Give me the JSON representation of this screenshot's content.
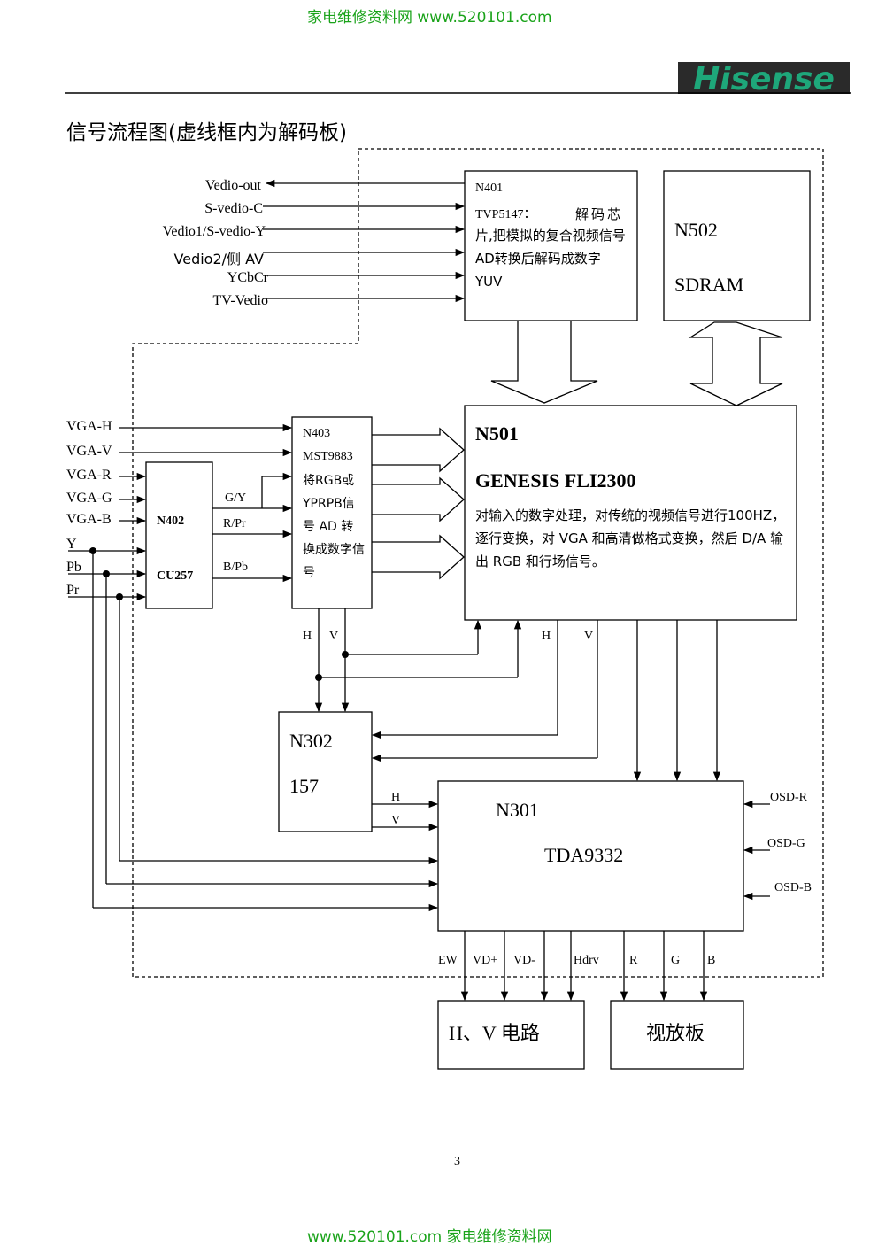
{
  "header": {
    "site_text": "家电维修资料网    www.520101.com",
    "brand": "Hisense"
  },
  "title": "信号流程图(虚线框内为解码板)",
  "inputs_left_top": [
    "Vedio-out",
    "S-vedio-C",
    "Vedio1/S-vedio-Y",
    "Vedio2/侧 AV",
    "YCbCr",
    "TV-Vedio"
  ],
  "inputs_vga": [
    "VGA-H",
    "VGA-V",
    "VGA-R",
    "VGA-G",
    "VGA-B",
    "Y",
    "Pb",
    "Pr"
  ],
  "n401": {
    "name": "N401",
    "part": "TVP5147：",
    "desc_head": "解码芯",
    "desc": "片,把模拟的复合视频信号AD转换后解码成数字 YUV"
  },
  "n502": {
    "name": "N502",
    "desc": "SDRAM"
  },
  "n501": {
    "name": "N501",
    "part": "GENESIS FLI2300",
    "desc": "对输入的数字处理，对传统的视频信号进行100HZ，逐行变换，对 VGA 和高清做格式变换，然后 D/A 输出 RGB 和行场信号。"
  },
  "n403": {
    "name": "N403",
    "part": "MST9883",
    "desc": "将RGB或YPRPB信号 AD 转换成数字信号"
  },
  "n402": {
    "name": "N402",
    "part": "CU257"
  },
  "n402_outputs": [
    "G/Y",
    "R/Pr",
    "B/Pb"
  ],
  "hv_labels": {
    "n403_h": "H",
    "n403_v": "V",
    "n501_h": "H",
    "n501_v": "V",
    "n302_h": "H",
    "n302_v": "V"
  },
  "n302": {
    "name": "N302",
    "part": "157"
  },
  "n301": {
    "name": "N301",
    "part": "TDA9332"
  },
  "osd": [
    "OSD-R",
    "OSD-G",
    "OSD-B"
  ],
  "n301_outputs": [
    "EW",
    "VD+",
    "VD-",
    "Hdrv",
    "R",
    "G",
    "B"
  ],
  "hv_circuit": "H、V 电路",
  "video_board": "视放板",
  "page_number": "3",
  "footer": {
    "site_text": "www.520101.com  家电维修资料网"
  }
}
